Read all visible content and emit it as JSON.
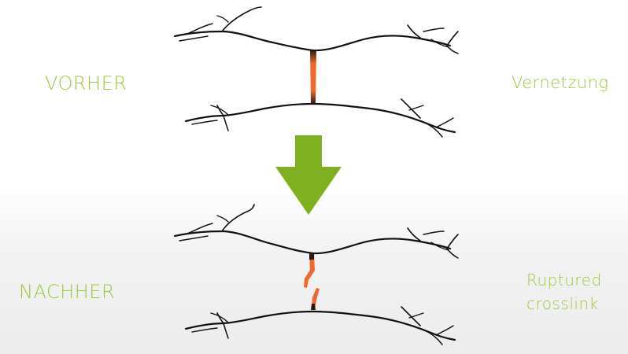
{
  "labels": {
    "before": "VORHER",
    "after": "NACHHER",
    "crosslink": "Vernetzung",
    "ruptured_line1": "Ruptured",
    "ruptured_line2": "crosslink"
  },
  "colors": {
    "label_green": "#9bc93c",
    "arrow_green": "#7fb01f",
    "crosslink_orange": "#ee6a2c",
    "fiber_black": "#111111"
  },
  "icons": {
    "arrow": "down-arrow-icon"
  }
}
